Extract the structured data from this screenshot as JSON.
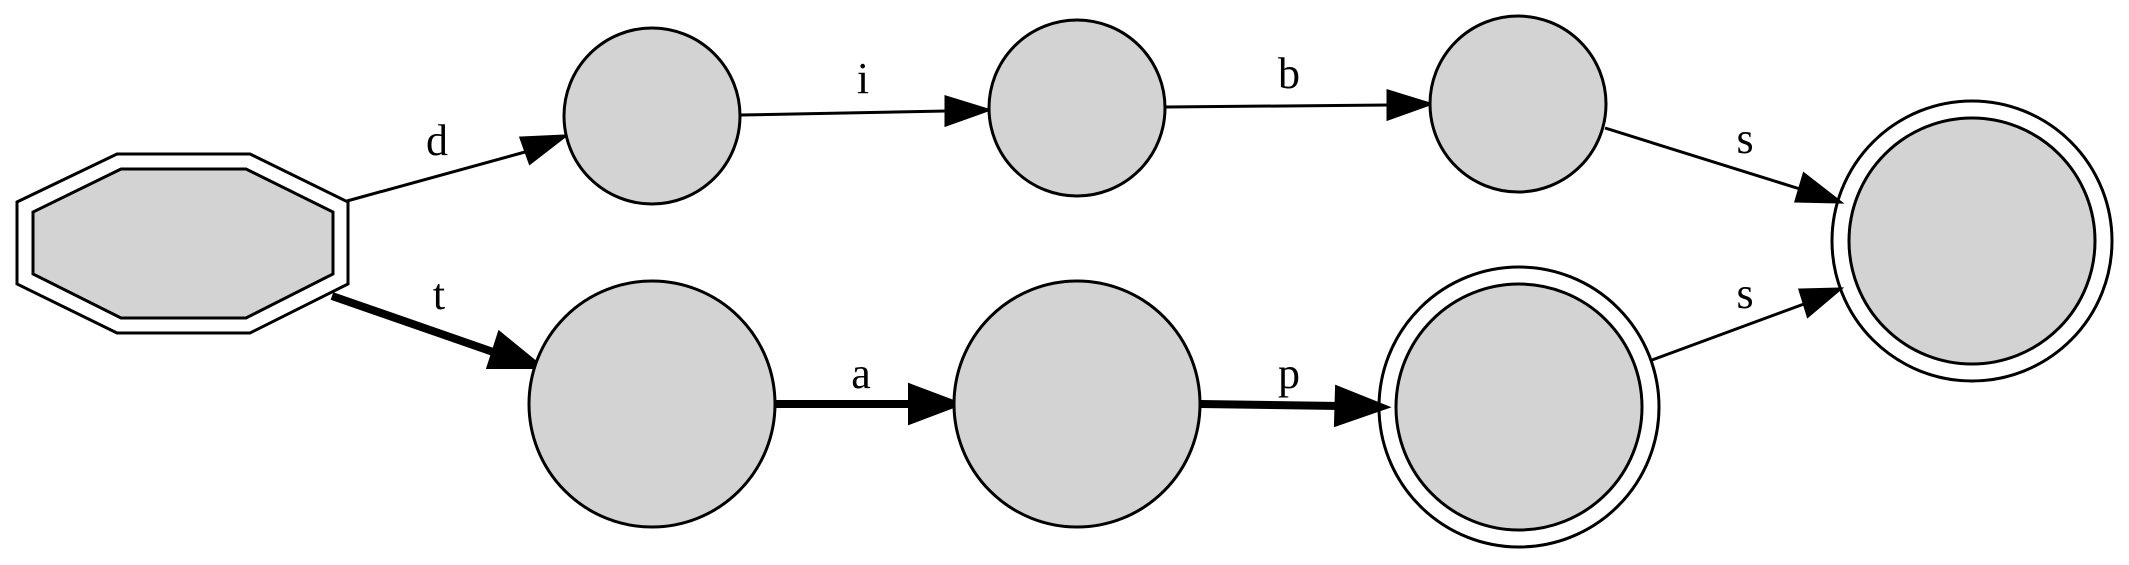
{
  "colors": {
    "node_fill": "#d3d3d3",
    "stroke": "#000000",
    "background": "#ffffff"
  },
  "nodes": [
    {
      "id": "start",
      "shape": "double-octagon",
      "accepting": false
    },
    {
      "id": "q_d",
      "shape": "circle",
      "accepting": false
    },
    {
      "id": "q_di",
      "shape": "circle",
      "accepting": false
    },
    {
      "id": "q_dib",
      "shape": "circle",
      "accepting": false
    },
    {
      "id": "q_final",
      "shape": "double-circle",
      "accepting": true
    },
    {
      "id": "q_t",
      "shape": "circle",
      "accepting": false
    },
    {
      "id": "q_ta",
      "shape": "circle",
      "accepting": false
    },
    {
      "id": "q_tap",
      "shape": "double-circle",
      "accepting": true
    }
  ],
  "edges": [
    {
      "id": "e_d",
      "from": "start",
      "to": "q_d",
      "label": "d",
      "emphasis": false
    },
    {
      "id": "e_i",
      "from": "q_d",
      "to": "q_di",
      "label": "i",
      "emphasis": false
    },
    {
      "id": "e_b",
      "from": "q_di",
      "to": "q_dib",
      "label": "b",
      "emphasis": false
    },
    {
      "id": "e_s1",
      "from": "q_dib",
      "to": "q_final",
      "label": "s",
      "emphasis": false
    },
    {
      "id": "e_t",
      "from": "start",
      "to": "q_t",
      "label": "t",
      "emphasis": true
    },
    {
      "id": "e_a",
      "from": "q_t",
      "to": "q_ta",
      "label": "a",
      "emphasis": true
    },
    {
      "id": "e_p",
      "from": "q_ta",
      "to": "q_tap",
      "label": "p",
      "emphasis": true
    },
    {
      "id": "e_s2",
      "from": "q_tap",
      "to": "q_final",
      "label": "s",
      "emphasis": false
    }
  ]
}
